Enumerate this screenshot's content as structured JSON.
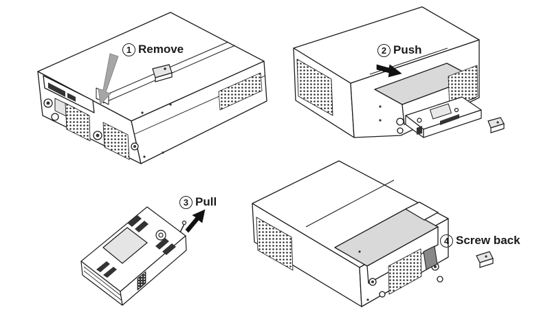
{
  "steps": [
    {
      "number": "1",
      "label": "Remove"
    },
    {
      "number": "2",
      "label": "Push"
    },
    {
      "number": "3",
      "label": "Pull"
    },
    {
      "number": "4",
      "label": "Screw back"
    }
  ],
  "colors": {
    "line": "#1a1a1a",
    "body": "#ffffff",
    "shade": "#d9d9d9",
    "vent": "#2b2b2b",
    "arrow_gray": "#a6a6a6",
    "arrow_dark": "#111111"
  }
}
